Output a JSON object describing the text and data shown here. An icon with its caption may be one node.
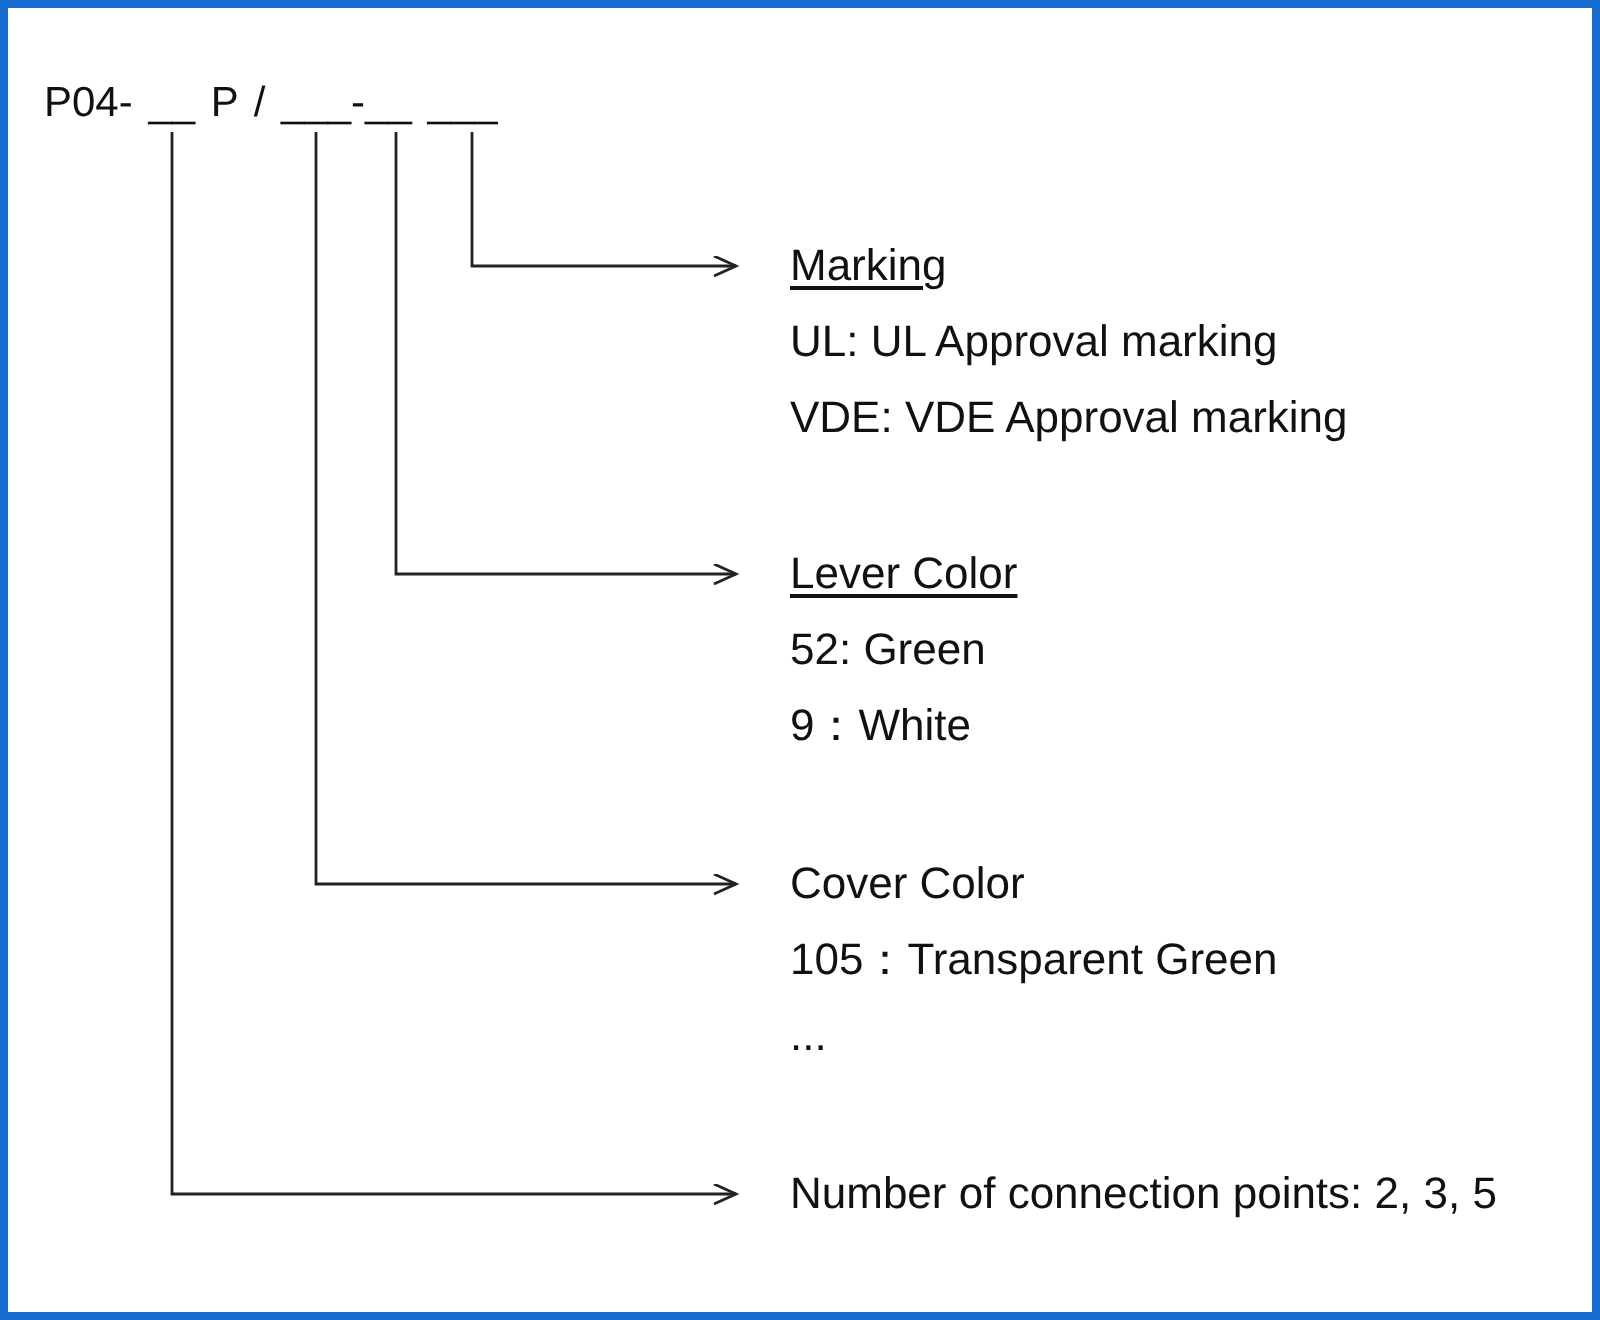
{
  "diagram": {
    "nodes": [
      {
        "text": [
          "P04- __ P / ___-__ ___"
        ]
      },
      {
        "text": [
          "Marking",
          "UL: UL Approval marking",
          "VDE: VDE Approval marking"
        ]
      },
      {
        "text": [
          "Lever Color",
          "52: Green",
          "9：White"
        ]
      },
      {
        "text": [
          "Cover Color",
          "105：Transparent Green",
          "..."
        ]
      },
      {
        "text": [
          "Number of connection points: 2, 3, 5"
        ]
      }
    ],
    "edges": [
      {
        "from": 0,
        "to": 1,
        "arrow": "to"
      },
      {
        "from": 0,
        "to": 2,
        "arrow": "to"
      },
      {
        "from": 0,
        "to": 3,
        "arrow": "to"
      },
      {
        "from": 0,
        "to": 4,
        "arrow": "to"
      }
    ]
  }
}
